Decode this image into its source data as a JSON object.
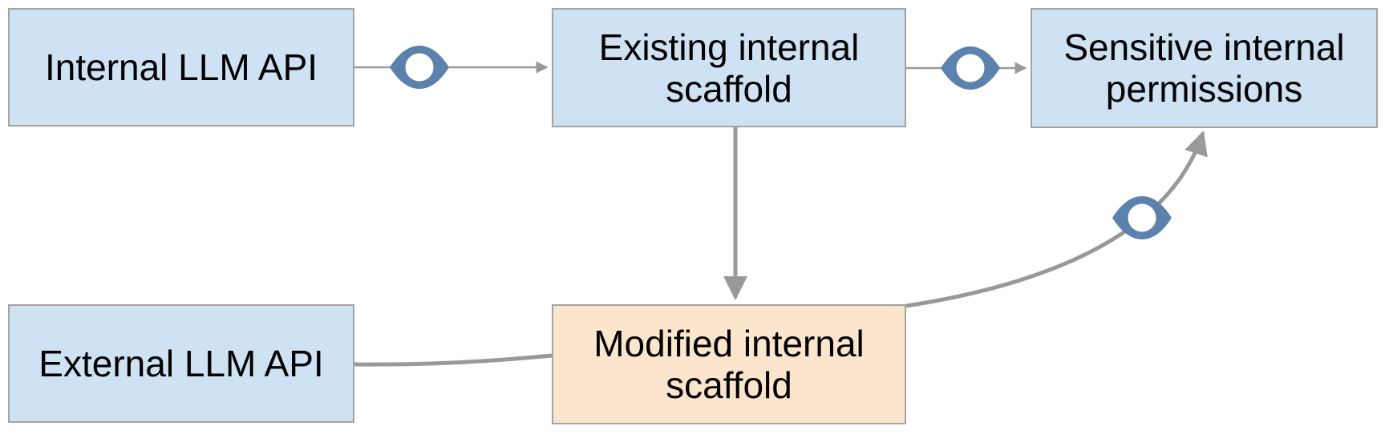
{
  "diagram": {
    "type": "flow-diagram",
    "background": "#ffffff",
    "colors": {
      "node_blue_fill": "#cfe2f3",
      "node_orange_fill": "#fce5cd",
      "node_border": "#a3a3a3",
      "edge_gray": "#999999",
      "monitor_icon_blue": "#5b81ad",
      "text": "#000000"
    },
    "nodes": [
      {
        "id": "internal-llm-api",
        "label": "Internal LLM API",
        "fill": "#cfe2f3"
      },
      {
        "id": "existing-internal-scaffold",
        "label": "Existing internal\nscaffold",
        "fill": "#cfe2f3"
      },
      {
        "id": "sensitive-internal-permissions",
        "label": "Sensitive internal\npermissions",
        "fill": "#cfe2f3"
      },
      {
        "id": "external-llm-api",
        "label": "External LLM API",
        "fill": "#cfe2f3"
      },
      {
        "id": "modified-internal-scaffold",
        "label": "Modified internal\nscaffold",
        "fill": "#fce5cd"
      }
    ],
    "edges": [
      {
        "from": "internal-llm-api",
        "to": "existing-internal-scaffold",
        "arrowhead": true,
        "monitor_icon": true
      },
      {
        "from": "existing-internal-scaffold",
        "to": "sensitive-internal-permissions",
        "arrowhead": true,
        "monitor_icon": true
      },
      {
        "from": "existing-internal-scaffold",
        "to": "modified-internal-scaffold",
        "arrowhead": true,
        "monitor_icon": false
      },
      {
        "from": "external-llm-api",
        "to": "modified-internal-scaffold",
        "arrowhead": false,
        "monitor_icon": false
      },
      {
        "from": "modified-internal-scaffold",
        "to": "sensitive-internal-permissions",
        "arrowhead": true,
        "monitor_icon": true
      }
    ],
    "icons": [
      {
        "name": "monitor-eye-icon",
        "count": 3
      }
    ]
  }
}
